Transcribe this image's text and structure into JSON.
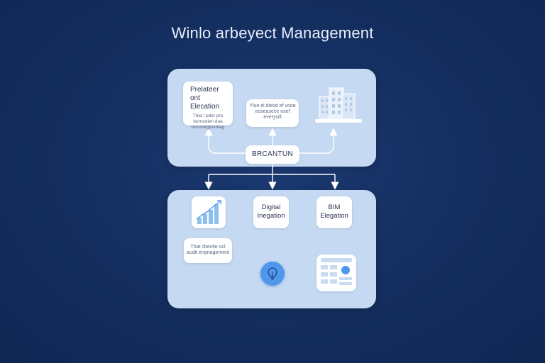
{
  "title": "Winlo arbeyect Management",
  "top_panel": {
    "education_card": {
      "heading": "Prelateer ont Elecation",
      "body": "That I pder pro borrsotien dua occnotrgpnotiag"
    },
    "note_card": {
      "body": "Ylue el dieod ef vooe eoseasece osef everysill"
    },
    "center_card": {
      "label": "BRCANTUN"
    },
    "building_icon": "building-icon"
  },
  "bottom_panel": {
    "chart_icon": "bar-chart-icon",
    "digital_card": {
      "heading": "Digital Inegation"
    },
    "bim_card": {
      "heading": "BIM Elegation"
    },
    "note_card": {
      "body": "That cbectle ocl audit enpnagement"
    },
    "bulb_icon": "lightbulb-icon",
    "dashboard_icon": "dashboard-icon"
  },
  "colors": {
    "background": "#132d5e",
    "panel": "#c6d9f2",
    "card": "#ffffff",
    "accent": "#4f97ec",
    "chart_bars": "#8cc0ee"
  }
}
